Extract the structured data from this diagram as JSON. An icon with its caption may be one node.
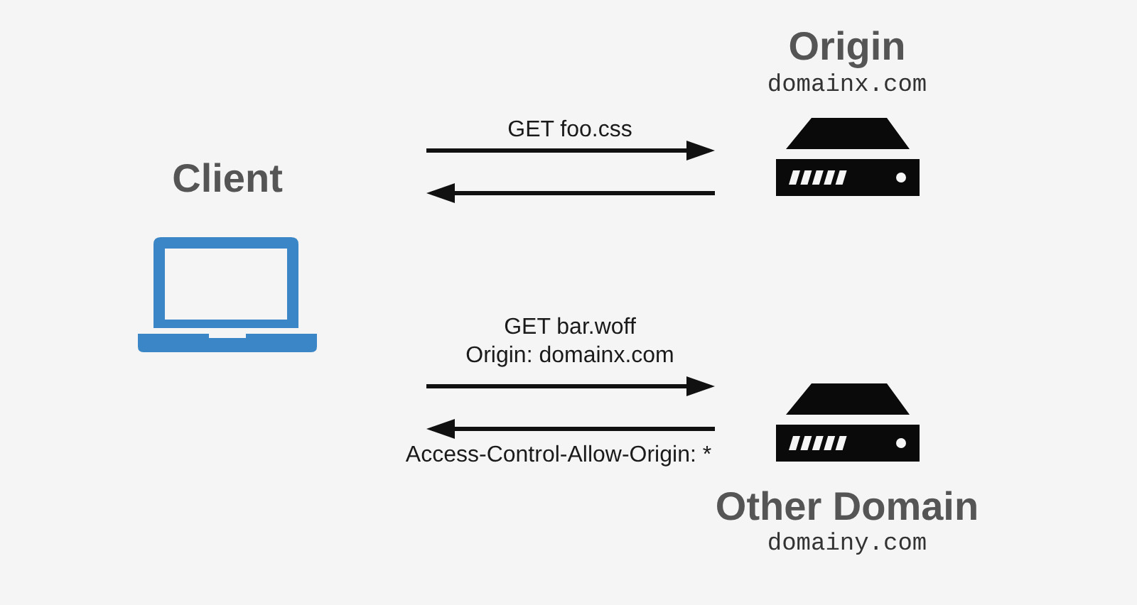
{
  "diagram": {
    "nodes": [
      {
        "text": [
          "Client"
        ]
      },
      {
        "text": [
          "Origin",
          "domainx.com"
        ]
      },
      {
        "text": [
          "Other Domain",
          "domainy.com"
        ]
      }
    ],
    "edges": [
      {
        "from": null,
        "to": 1,
        "arrow": "to",
        "label": "GET foo.css"
      },
      {
        "from": 1,
        "to": null,
        "arrow": "to"
      },
      {
        "from": null,
        "to": 2,
        "arrow": "to",
        "label": "GET bar.woff Origin: domainx.com"
      },
      {
        "from": 2,
        "to": null,
        "arrow": "to",
        "label": "Access-Control-Allow-Origin: *"
      }
    ]
  }
}
